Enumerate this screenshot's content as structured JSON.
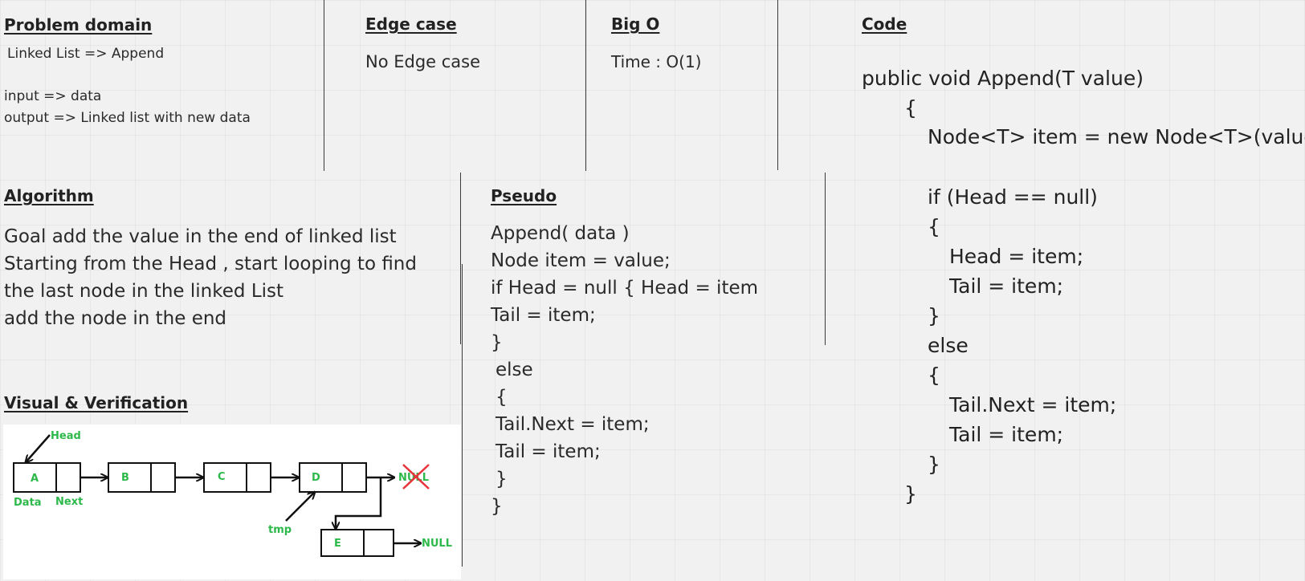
{
  "problem_domain": {
    "heading": "Problem domain",
    "title": "Linked List => Append",
    "input": "input => data",
    "output": "output => Linked list with new data"
  },
  "edge_case": {
    "heading": "Edge case",
    "text": "No Edge case"
  },
  "big_o": {
    "heading": "Big O",
    "text": "Time : O(1)"
  },
  "code": {
    "heading": "Code",
    "lines": [
      "public void Append(T value)",
      "{",
      "Node<T> item = new Node<T>(value);",
      "if (Head == null)",
      "{",
      "Head = item;",
      "Tail = item;",
      "}",
      "else",
      "{",
      "Tail.Next = item;",
      "Tail = item;",
      "}",
      "}"
    ]
  },
  "algorithm": {
    "heading": "Algorithm",
    "lines": [
      "Goal add the value in the end of linked list",
      "Starting from the Head , start looping to find",
      "the last node in the linked List",
      "add the node in the end"
    ]
  },
  "pseudo": {
    "heading": "Pseudo",
    "lines": [
      "Append( data )",
      "Node item = value;",
      "if Head = null { Head = item",
      "Tail = item;",
      "}",
      "else",
      "{",
      "Tail.Next = item;",
      "Tail = item;",
      "}",
      "}"
    ]
  },
  "visual": {
    "heading": "Visual & Verification",
    "head_label": "Head",
    "data_label": "Data",
    "next_label": "Next",
    "tmp_label": "tmp",
    "null_label": "NULL",
    "nodes": [
      "A",
      "B",
      "C",
      "D",
      "E"
    ],
    "colors": {
      "label": "#2db84a",
      "cross": "#e8333b",
      "stroke": "#111111"
    }
  }
}
